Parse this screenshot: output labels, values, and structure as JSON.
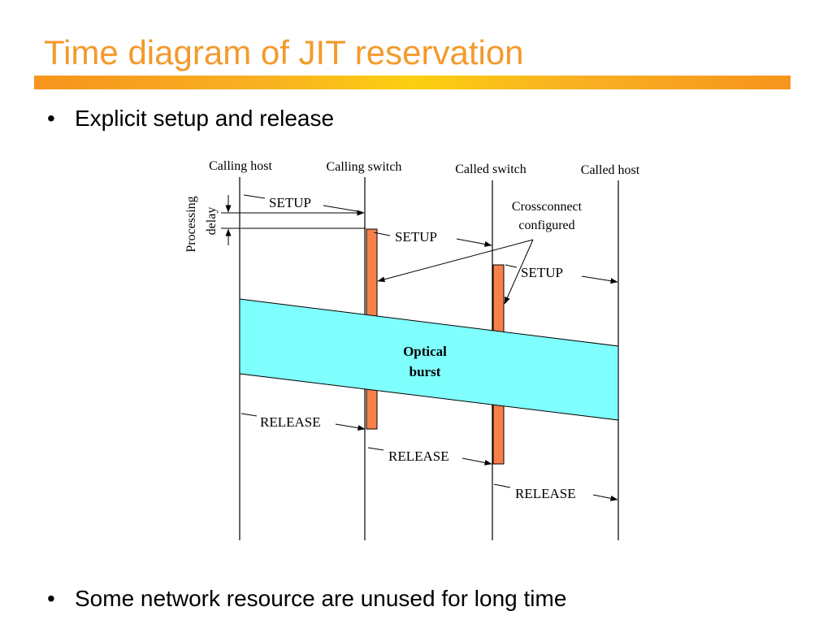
{
  "slide": {
    "title": "Time diagram of JIT reservation",
    "bullets": [
      "Explicit setup and release",
      "Some network resource are unused for long time"
    ],
    "bullet_symbol": "•"
  },
  "diagram": {
    "nodes": [
      "Calling host",
      "Calling switch",
      "Called switch",
      "Called host"
    ],
    "processing_delay_label": [
      "Processing",
      "delay"
    ],
    "crossconnect_label": [
      "Crossconnect",
      "configured"
    ],
    "burst_label": [
      "Optical",
      "burst"
    ],
    "setup_label": "SETUP",
    "release_label": "RELEASE",
    "colors": {
      "title": "#f39a2c",
      "reservation": "#f7804a",
      "burst": "#80ffff",
      "line": "#000000"
    }
  }
}
